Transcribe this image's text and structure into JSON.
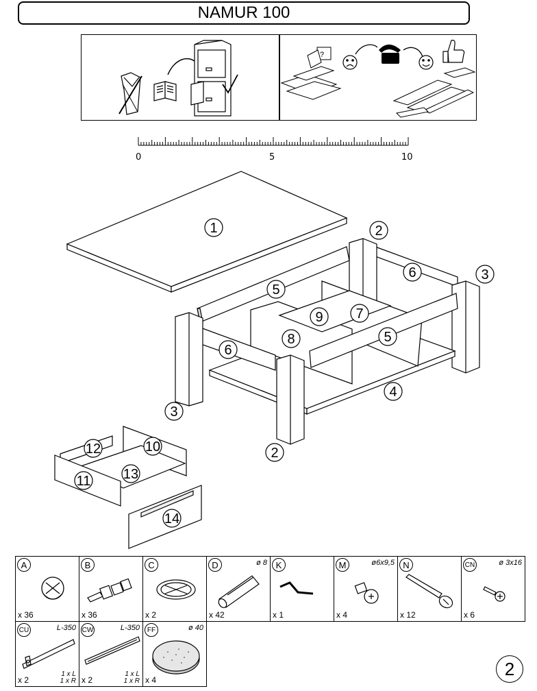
{
  "title": "NAMUR 100",
  "ruler": {
    "labels": [
      "0",
      "5",
      "10"
    ]
  },
  "part_callouts": [
    "1",
    "2",
    "3",
    "4",
    "5",
    "6",
    "7",
    "8",
    "9",
    "10",
    "11",
    "12",
    "13",
    "14"
  ],
  "hardware": [
    {
      "code": "A",
      "spec": "",
      "qty": "x 36",
      "icon": "cam-lock-icon"
    },
    {
      "code": "B",
      "spec": "",
      "qty": "x 36",
      "icon": "cam-bolt-icon"
    },
    {
      "code": "C",
      "spec": "",
      "qty": "x 2",
      "icon": "cable-grommet-icon"
    },
    {
      "code": "D",
      "spec": "ø 8",
      "qty": "x 42",
      "icon": "wooden-dowel-icon"
    },
    {
      "code": "K",
      "spec": "",
      "qty": "x 1",
      "icon": "allen-key-icon"
    },
    {
      "code": "M",
      "spec": "ø6x9,5",
      "qty": "x 4",
      "icon": "bolt-icon"
    },
    {
      "code": "N",
      "spec": "",
      "qty": "x 12",
      "icon": "long-screw-icon"
    },
    {
      "code": "CN",
      "spec": "ø 3x16",
      "qty": "x 6",
      "icon": "short-screw-icon"
    },
    {
      "code": "CU",
      "spec": "L-350",
      "qty": "x 2",
      "lr1": "1 x L",
      "lr2": "1 x R",
      "icon": "drawer-runner-icon"
    },
    {
      "code": "CW",
      "spec": "L-350",
      "qty": "x 2",
      "lr1": "1 x L",
      "lr2": "1 x R",
      "icon": "drawer-rail-icon"
    },
    {
      "code": "FF",
      "spec": "ø 40",
      "qty": "x 4",
      "icon": "felt-pad-icon"
    }
  ],
  "page_number": "2"
}
